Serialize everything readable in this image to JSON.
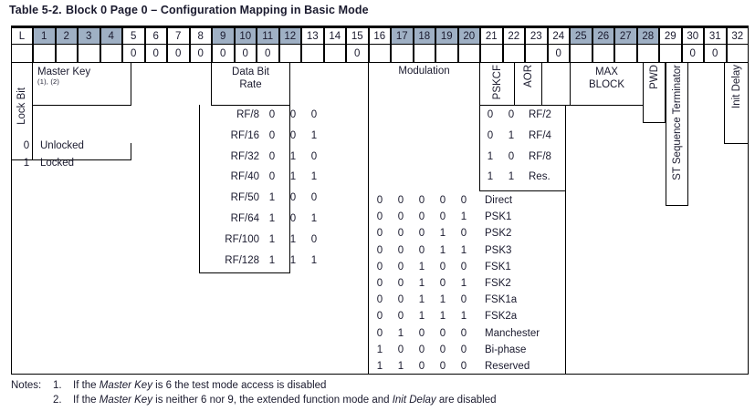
{
  "caption": {
    "number": "Table 5-2.",
    "title": "Block 0 Page 0 – Configuration Mapping in Basic Mode"
  },
  "colors": {
    "shaded_header": "#9fb0c4",
    "background": "#ffffff",
    "rule": "#000000",
    "text": "#1a1a2e"
  },
  "table": {
    "header_labels": [
      "L",
      "1",
      "2",
      "3",
      "4",
      "5",
      "6",
      "7",
      "8",
      "9",
      "10",
      "11",
      "12",
      "13",
      "14",
      "15",
      "16",
      "17",
      "18",
      "19",
      "20",
      "21",
      "22",
      "23",
      "24",
      "25",
      "26",
      "27",
      "28",
      "29",
      "30",
      "31",
      "32"
    ],
    "shaded_columns": [
      "1",
      "2",
      "3",
      "4",
      "9",
      "10",
      "11",
      "12",
      "17",
      "18",
      "19",
      "20",
      "25",
      "26",
      "27",
      "28"
    ],
    "zero_row": {
      "columns_with_zero": [
        "5",
        "6",
        "7",
        "8",
        "9",
        "10",
        "11",
        "15",
        "24",
        "30",
        "31"
      ],
      "value": "0"
    },
    "field_labels": {
      "lock_bit": "Lock Bit",
      "master_key": "Master Key",
      "master_key_notes": "(1), (2)",
      "data_bit_rate_line1": "Data Bit",
      "data_bit_rate_line2": "Rate",
      "modulation": "Modulation",
      "pskcf": "PSKCF",
      "aor": "AOR",
      "max_block_line1": "MAX",
      "max_block_line2": "BLOCK",
      "pwd": "PWD",
      "st_sequence_terminator": "ST Sequence Terminator",
      "init_delay": "Init Delay"
    },
    "lock_legend": [
      {
        "bit": "0",
        "label": "Unlocked"
      },
      {
        "bit": "1",
        "label": "Locked"
      }
    ],
    "data_bit_rate": [
      {
        "name": "RF/8",
        "bits": [
          "0",
          "0",
          "0"
        ]
      },
      {
        "name": "RF/16",
        "bits": [
          "0",
          "0",
          "1"
        ]
      },
      {
        "name": "RF/32",
        "bits": [
          "0",
          "1",
          "0"
        ]
      },
      {
        "name": "RF/40",
        "bits": [
          "0",
          "1",
          "1"
        ]
      },
      {
        "name": "RF/50",
        "bits": [
          "1",
          "0",
          "0"
        ]
      },
      {
        "name": "RF/64",
        "bits": [
          "1",
          "0",
          "1"
        ]
      },
      {
        "name": "RF/100",
        "bits": [
          "1",
          "1",
          "0"
        ]
      },
      {
        "name": "RF/128",
        "bits": [
          "1",
          "1",
          "1"
        ]
      }
    ],
    "pskcf_values": [
      {
        "bits": [
          "0",
          "0"
        ],
        "label": "RF/2"
      },
      {
        "bits": [
          "0",
          "1"
        ],
        "label": "RF/4"
      },
      {
        "bits": [
          "1",
          "0"
        ],
        "label": "RF/8"
      },
      {
        "bits": [
          "1",
          "1"
        ],
        "label": "Res."
      }
    ],
    "modulation_values": [
      {
        "bits": [
          "0",
          "0",
          "0",
          "0",
          "0"
        ],
        "label": "Direct"
      },
      {
        "bits": [
          "0",
          "0",
          "0",
          "0",
          "1"
        ],
        "label": "PSK1"
      },
      {
        "bits": [
          "0",
          "0",
          "0",
          "1",
          "0"
        ],
        "label": "PSK2"
      },
      {
        "bits": [
          "0",
          "0",
          "0",
          "1",
          "1"
        ],
        "label": "PSK3"
      },
      {
        "bits": [
          "0",
          "0",
          "1",
          "0",
          "0"
        ],
        "label": "FSK1"
      },
      {
        "bits": [
          "0",
          "0",
          "1",
          "0",
          "1"
        ],
        "label": "FSK2"
      },
      {
        "bits": [
          "0",
          "0",
          "1",
          "1",
          "0"
        ],
        "label": "FSK1a"
      },
      {
        "bits": [
          "0",
          "0",
          "1",
          "1",
          "1"
        ],
        "label": "FSK2a"
      },
      {
        "bits": [
          "0",
          "1",
          "0",
          "0",
          "0"
        ],
        "label": "Manchester"
      },
      {
        "bits": [
          "1",
          "0",
          "0",
          "0",
          "0"
        ],
        "label": "Bi-phase"
      },
      {
        "bits": [
          "1",
          "1",
          "0",
          "0",
          "0"
        ],
        "label": "Reserved"
      }
    ]
  },
  "notes": {
    "lead": "Notes:",
    "items": [
      {
        "num": "1.",
        "parts": [
          {
            "t": "If the ",
            "i": false
          },
          {
            "t": "Master Key",
            "i": true
          },
          {
            "t": " is 6 the test mode access is disabled",
            "i": false
          }
        ]
      },
      {
        "num": "2.",
        "parts": [
          {
            "t": "If the ",
            "i": false
          },
          {
            "t": "Master Key",
            "i": true
          },
          {
            "t": " is neither 6 nor 9, the extended function mode and ",
            "i": false
          },
          {
            "t": "Init Delay",
            "i": true
          },
          {
            "t": " are disabled",
            "i": false
          }
        ]
      }
    ]
  }
}
